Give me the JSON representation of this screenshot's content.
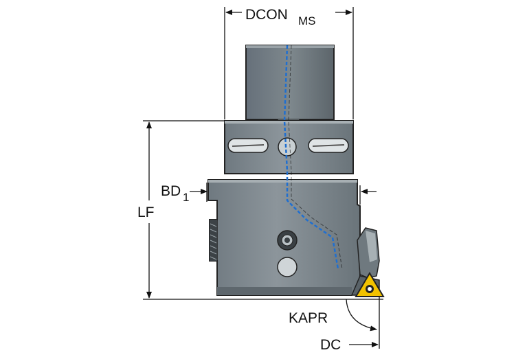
{
  "dimensions": {
    "dcon_main": "DCON",
    "dcon_sub": "MS",
    "bd_main": "BD",
    "bd_sub": "1",
    "lf": "LF",
    "kapr": "KAPR",
    "dc": "DC"
  },
  "colors": {
    "body_dark": "#707a80",
    "body_mid": "#8d979c",
    "body_light": "#b8c0c4",
    "coolant": "#1f6fd1",
    "insert": "#f2c200",
    "line": "#111111"
  },
  "icons": [
    "arrow-icon",
    "screw-icon"
  ]
}
